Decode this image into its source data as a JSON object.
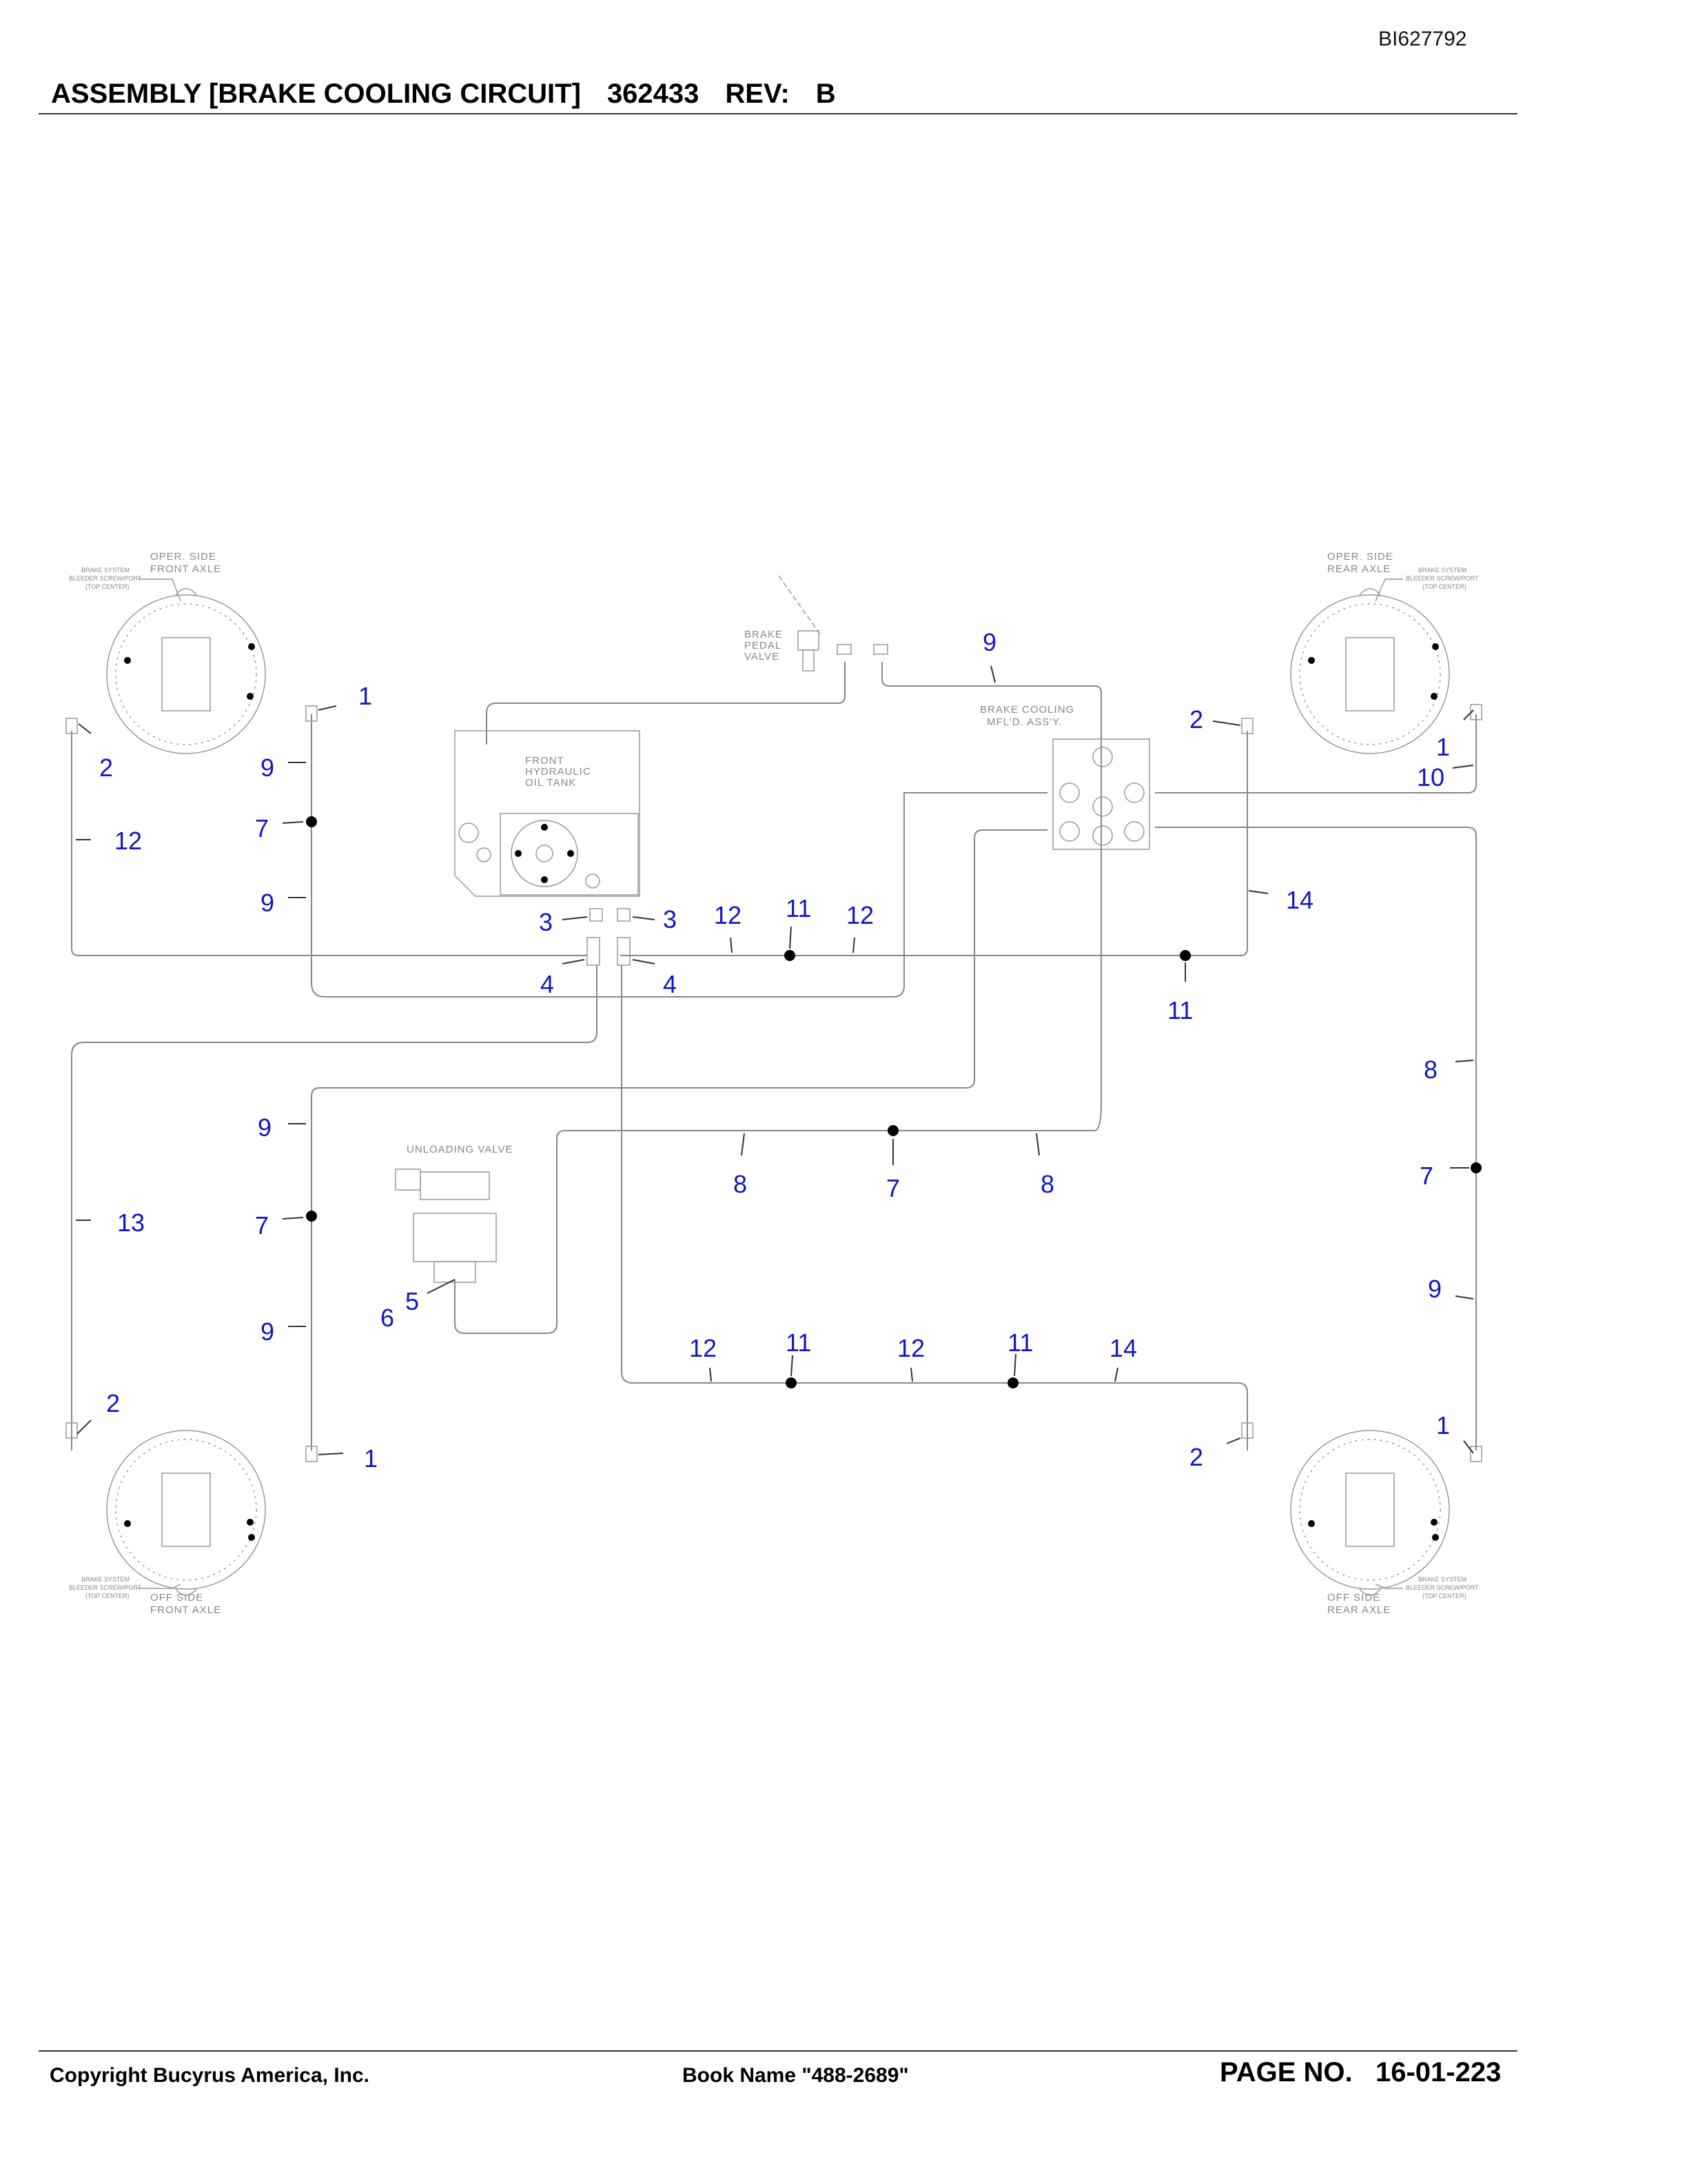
{
  "header": {
    "doc_id": "BI627792",
    "title": "ASSEMBLY [BRAKE COOLING CIRCUIT]",
    "part_number": "362433",
    "rev_label": "REV:",
    "rev_value": "B"
  },
  "diagram": {
    "axles": {
      "oper_front": [
        "OPER. SIDE",
        "FRONT AXLE"
      ],
      "oper_rear": [
        "OPER. SIDE",
        "REAR AXLE"
      ],
      "off_front": [
        "OFF SIDE",
        "FRONT AXLE"
      ],
      "off_rear": [
        "OFF SIDE",
        "REAR AXLE"
      ]
    },
    "bleeder_note": [
      "BRAKE SYSTEM",
      "BLEEDER SCREW/PORT",
      "(TOP CENTER)"
    ],
    "brake_pedal_valve": [
      "BRAKE",
      "PEDAL",
      "VALVE"
    ],
    "brake_cooling_manifold": [
      "BRAKE COOLING",
      "MFL'D. ASS'Y."
    ],
    "hydraulic_tank": [
      "FRONT",
      "HYDRAULIC",
      "OIL TANK"
    ],
    "unloading_valve": "UNLOADING VALVE",
    "callouts": {
      "c1": "1",
      "c2": "2",
      "c3": "3",
      "c4": "4",
      "c5": "5",
      "c6": "6",
      "c7": "7",
      "c8": "8",
      "c9": "9",
      "c10": "10",
      "c11": "11",
      "c12": "12",
      "c13": "13",
      "c14": "14"
    }
  },
  "footer": {
    "copyright": "Copyright Bucyrus America, Inc.",
    "book_name": "Book Name \"488-2689\"",
    "page_label": "PAGE NO.",
    "page_value": "16-01-223"
  }
}
